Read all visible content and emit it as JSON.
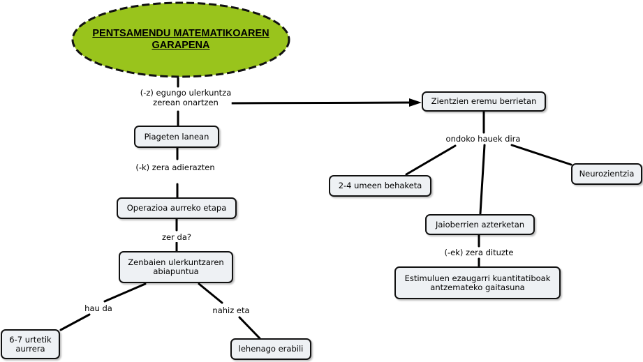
{
  "title": {
    "line1": "PENTSAMENDU MATEMATIKOAREN",
    "line2": "GARAPENA",
    "color": "#99c41c"
  },
  "nodes": {
    "piageten": "Piageten lanean",
    "operazioa": "Operazioa aurreko etapa",
    "zenbaien_1": "Zenbaien ulerkuntzaren",
    "zenbaien_2": "abiapuntua",
    "urtetik_1": "6-7 urtetik",
    "urtetik_2": "aurrera",
    "lehenago": "lehenago erabili",
    "zientzien": "Zientzien eremu berrietan",
    "umeen": "2-4 umeen behaketa",
    "neurozientzia": "Neurozientzia",
    "jaioberrien": "Jaioberrien azterketan",
    "estimuluen_1": "Estimuluen ezaugarri kuantitatiboak",
    "estimuluen_2": "antzemateko gaitasuna"
  },
  "links": {
    "egungo_1": "(-z) egungo ulerkuntza",
    "egungo_2": "zerean onartzen",
    "adierazten": "(-k) zera adierazten",
    "zer_da": "zer da?",
    "hau_da": "hau da",
    "nahiz_eta": "nahiz eta",
    "ondoko": "ondoko hauek dira",
    "dituzte": "(-ek) zera dituzte"
  }
}
